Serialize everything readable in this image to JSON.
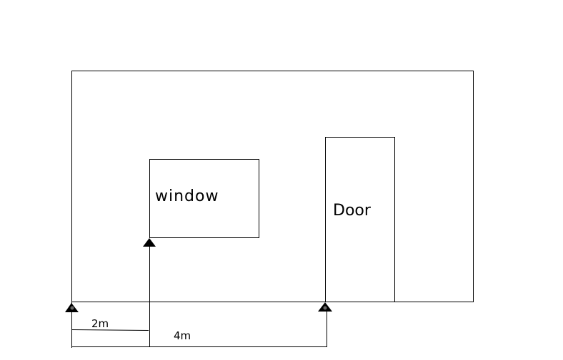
{
  "labels": {
    "window": "window",
    "door": "Door",
    "dim_short": "2m",
    "dim_long": "4m"
  },
  "colors": {
    "stroke": "#000000",
    "background": "#ffffff"
  },
  "icons": {
    "anchor_marker": "triangle-marker-icon"
  }
}
